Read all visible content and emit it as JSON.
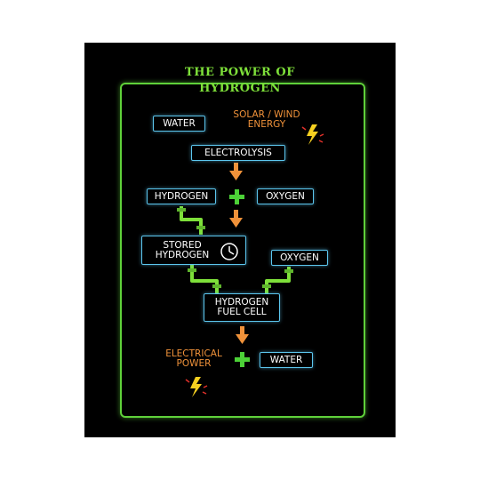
{
  "poster": {
    "title_line1": "THE  POWER OF",
    "title_line2": "HYDROGEN"
  },
  "nodes": {
    "water_in": "WATER",
    "solar_wind_line1": "SOLAR / WIND",
    "solar_wind_line2": "ENERGY",
    "electrolysis": "ELECTROLYSIS",
    "hydrogen": "HYDROGEN",
    "oxygen_1": "OXYGEN",
    "stored_line1": "STORED",
    "stored_line2": "HYDROGEN",
    "oxygen_2": "OXYGEN",
    "fuel_cell_line1": "HYDROGEN",
    "fuel_cell_line2": "FUEL CELL",
    "electrical_line1": "ELECTRICAL",
    "electrical_line2": "POWER",
    "water_out": "WATER"
  },
  "colors": {
    "frame": "#5fd13a",
    "title": "#7ee03a",
    "box_border": "#5cc6ee",
    "arrow": "#f0923a",
    "plus": "#4cd137",
    "bolt": "#f5d020",
    "spark": "#e0302a"
  },
  "icons": [
    "lightning-bolt-icon",
    "clock-icon",
    "plus-icon",
    "down-arrow-icon",
    "pipe-icon"
  ]
}
